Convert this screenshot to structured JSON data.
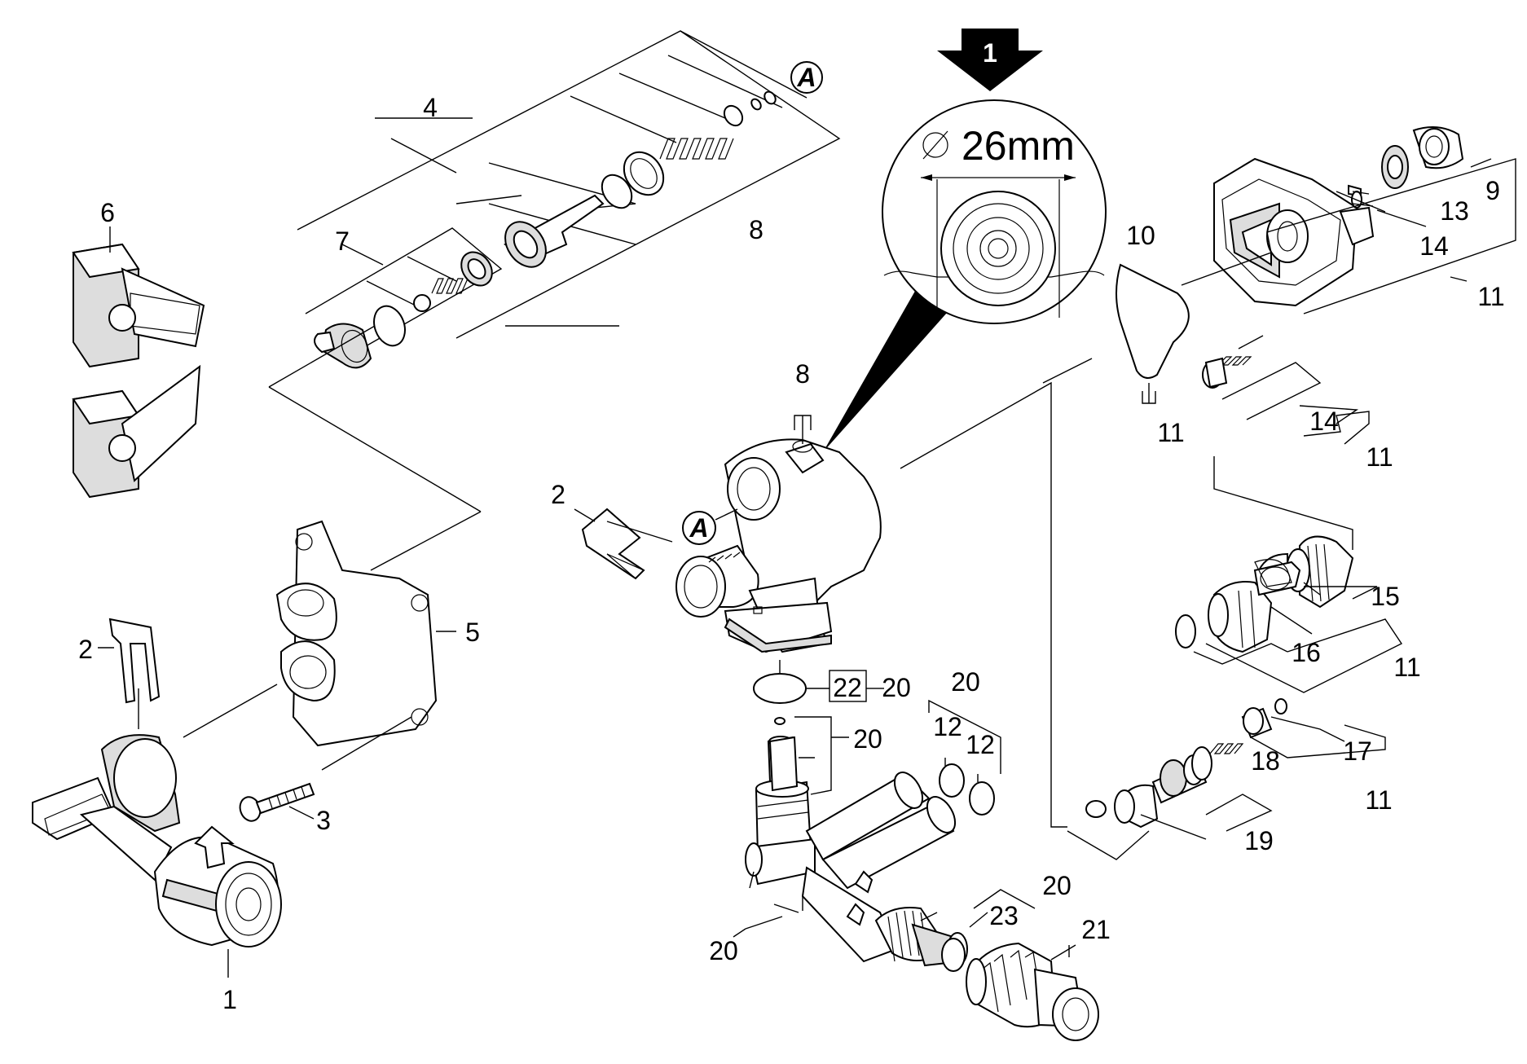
{
  "callout": {
    "number": "1",
    "measurement": "26mm"
  },
  "badges": {
    "top": "A",
    "body": "A"
  },
  "labels": {
    "l1": "1",
    "l2a": "2",
    "l2b": "2",
    "l3": "3",
    "l4": "4",
    "l5": "5",
    "l6": "6",
    "l7": "7",
    "l8a": "8",
    "l8b": "8",
    "l9": "9",
    "l10": "10",
    "l11a": "11",
    "l11b": "11",
    "l11c": "11",
    "l11d": "11",
    "l11e": "11",
    "l12a": "12",
    "l12b": "12",
    "l13": "13",
    "l14a": "14",
    "l14b": "14",
    "l15": "15",
    "l16": "16",
    "l17": "17",
    "l18": "18",
    "l19": "19",
    "l20a": "20",
    "l20b": "20",
    "l20c": "20",
    "l20d": "20",
    "l20e": "20",
    "l21": "21",
    "l22": "22",
    "l23": "23"
  }
}
